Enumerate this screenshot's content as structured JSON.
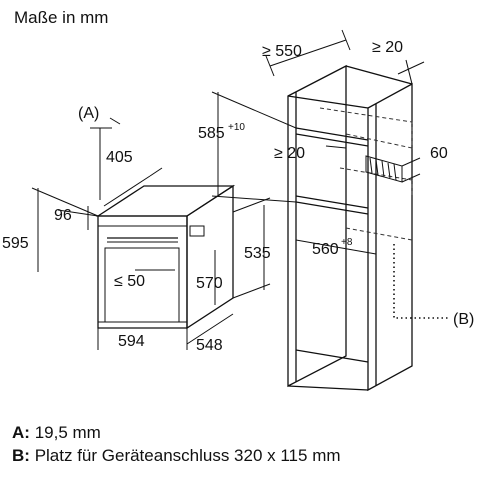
{
  "title": "Maße in mm",
  "callouts": {
    "a": "(A)",
    "b": "(B)"
  },
  "oven_dims": {
    "depth_top": "405",
    "front_height": "96",
    "total_height": "595",
    "gap_bottom": "≤ 50",
    "height_inner": "570",
    "niche_height": "535",
    "width": "594",
    "depth": "548"
  },
  "cabinet_dims": {
    "depth_min": "≥ 550",
    "top_gap": "≥ 20",
    "niche_h_value": "585",
    "niche_h_tol": "+10",
    "vent_gap": "≥ 20",
    "vent_depth": "60",
    "niche_w_value": "560",
    "niche_w_tol": "+8"
  },
  "legend": {
    "a_key": "A:",
    "a_text": "19,5 mm",
    "b_key": "B:",
    "b_text": "Platz für Geräteanschluss 320 x 115 mm"
  }
}
